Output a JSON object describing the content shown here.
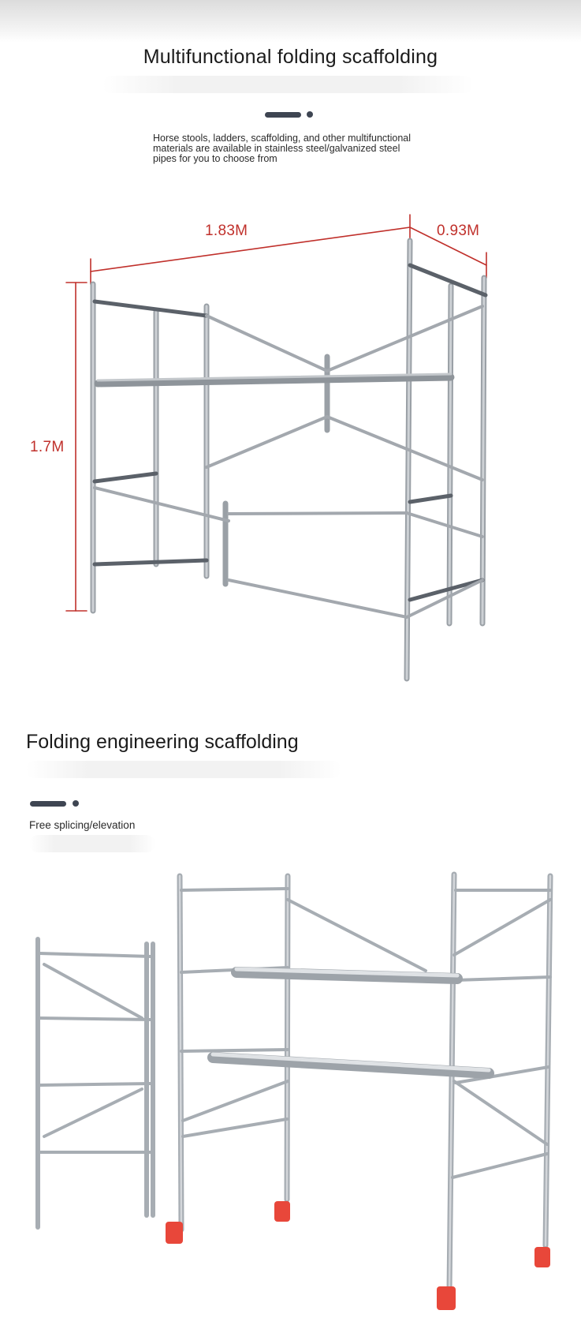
{
  "section1": {
    "title": "Multifunctional folding scaffolding",
    "description": "Horse stools, ladders, scaffolding, and other multifunctional materials are available in stainless steel/galvanized steel pipes for you to choose from",
    "dimensions": {
      "length": "1.83M",
      "width": "0.93M",
      "height": "1.7M"
    },
    "dimension_color": "#c0302b"
  },
  "section2": {
    "title": "Folding engineering scaffolding",
    "subtitle": "Free splicing/elevation"
  },
  "colors": {
    "accent_dark": "#3e4552",
    "caster_wheel": "#e8473a"
  },
  "icons": [
    "section-divider-icon"
  ]
}
